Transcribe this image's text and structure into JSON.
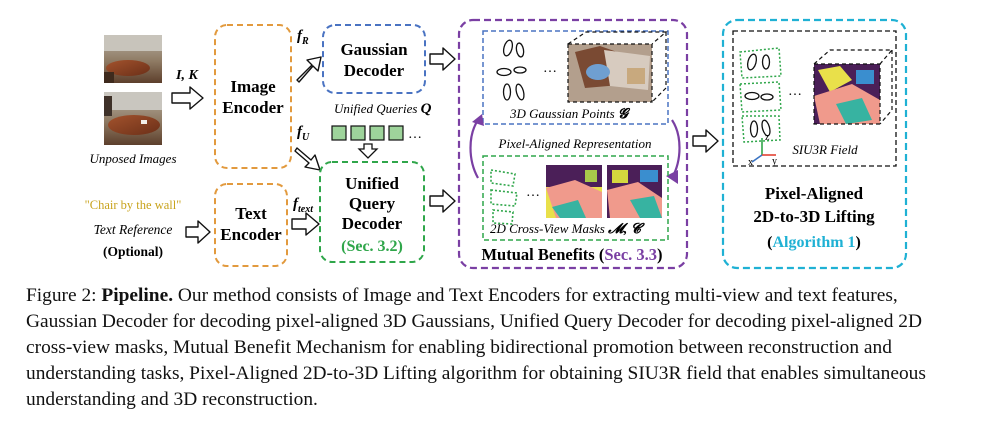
{
  "inputs": {
    "images_label": "Unposed Images",
    "ik_label": "I, K",
    "text_quote": "\"Chair by the wall\"",
    "text_ref_label": "Text Reference",
    "optional_label": "(Optional)"
  },
  "encoders": {
    "image_line1": "Image",
    "image_line2": "Encoder",
    "text_line1": "Text",
    "text_line2": "Encoder"
  },
  "features": {
    "fR_base": "f",
    "fR_sub": "R",
    "fU_base": "f",
    "fU_sub": "U",
    "ftext_base": "f",
    "ftext_sub": "text",
    "queries_label": "Unified Queries",
    "queries_symbol": "Q",
    "queries_ellipsis": "…"
  },
  "decoders": {
    "gaussian_line1": "Gaussian",
    "gaussian_line2": "Decoder",
    "unified_line1": "Unified",
    "unified_line2": "Query",
    "unified_line3": "Decoder",
    "unified_ref": "(Sec. 3.2)"
  },
  "mutual": {
    "gaussian_points": "3D Gaussian Points",
    "gaussian_symbol": "𝓖",
    "representation": "Pixel-Aligned Representation",
    "masks_label": "2D Cross-View Masks",
    "masks_symbol": "𝓜, 𝓒",
    "title_prefix": "Mutual Benefits (",
    "title_ref": "Sec. 3.3",
    "title_suffix": ")",
    "ellipsis": "…"
  },
  "lifting": {
    "field_label": "SIU3R Field",
    "title_line1": "Pixel-Aligned",
    "title_line2": "2D-to-3D Lifting",
    "algo_prefix": "(",
    "algo_ref": "Algorithm 1",
    "algo_suffix": ")",
    "axis_x": "x",
    "axis_y": "y",
    "axis_z": "z",
    "ellipsis": "…"
  },
  "caption": {
    "prefix": "Figure 2: ",
    "bold": "Pipeline.",
    "text": " Our method consists of Image and Text Encoders for extracting multi-view and text features, Gaussian Decoder for decoding pixel-aligned 3D Gaussians, Unified Query Decoder for decoding pixel-aligned 2D cross-view masks, Mutual Benefit Mechanism for enabling bidirectional promotion between reconstruction and understanding tasks, Pixel-Aligned 2D-to-3D Lifting algorithm for obtaining SIU3R field that enables simultaneous understanding and 3D reconstruction."
  },
  "colors": {
    "orange": "#e29a3e",
    "blue": "#4a73c2",
    "green": "#2fa64a",
    "purple": "#7a3fa3",
    "cyan": "#1fb1d4",
    "query_fill": "#9ed49b"
  }
}
